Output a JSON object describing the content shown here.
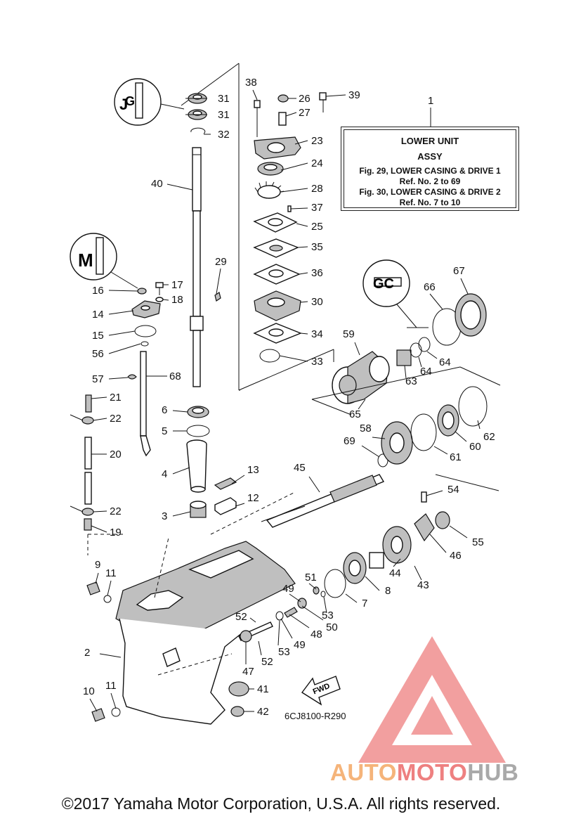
{
  "info_box": {
    "number": "1",
    "line1": "LOWER UNIT",
    "line2": "ASSY",
    "line3": "Fig. 29, LOWER CASING & DRIVE 1",
    "line4": "Ref. No. 2 to 69",
    "line5": "Fig. 30, LOWER CASING & DRIVE 2",
    "line6": "Ref. No. 7 to 10"
  },
  "callouts": {
    "c2": "2",
    "c3": "3",
    "c4": "4",
    "c5": "5",
    "c6": "6",
    "c7": "7",
    "c8": "8",
    "c9": "9",
    "c10": "10",
    "c11a": "11",
    "c11b": "11",
    "c12": "12",
    "c13": "13",
    "c14": "14",
    "c15": "15",
    "c16": "16",
    "c17": "17",
    "c18": "18",
    "c19": "19",
    "c20": "20",
    "c21": "21",
    "c22a": "22",
    "c22b": "22",
    "c23": "23",
    "c24": "24",
    "c25": "25",
    "c26": "26",
    "c27": "27",
    "c28": "28",
    "c29": "29",
    "c30": "30",
    "c31a": "31",
    "c31b": "31",
    "c32": "32",
    "c33": "33",
    "c34": "34",
    "c35": "35",
    "c36": "36",
    "c37": "37",
    "c38": "38",
    "c39": "39",
    "c40": "40",
    "c41": "41",
    "c42": "42",
    "c43": "43",
    "c44": "44",
    "c45": "45",
    "c46": "46",
    "c47": "47",
    "c48": "48",
    "c49a": "49",
    "c49b": "49",
    "c50": "50",
    "c51": "51",
    "c52a": "52",
    "c52b": "52",
    "c53a": "53",
    "c53b": "53",
    "c54": "54",
    "c55": "55",
    "c56": "56",
    "c57": "57",
    "c58": "58",
    "c59": "59",
    "c60": "60",
    "c61": "61",
    "c62": "62",
    "c63": "63",
    "c64a": "64",
    "c64b": "64",
    "c65": "65",
    "c66": "66",
    "c67": "67",
    "c68": "68",
    "c69": "69"
  },
  "fwd_arrow_label": "FWD",
  "diagram_code": "6CJ8100-R290",
  "watermark": {
    "part1": "AUTO",
    "part2": "MOTO",
    "part3": "HUB",
    "color_orange": "#f5b47a",
    "color_red": "#ee8080",
    "color_gray": "#a9a9a9"
  },
  "copyright": "©2017 Yamaha Motor Corporation, U.S.A. All rights reserved."
}
